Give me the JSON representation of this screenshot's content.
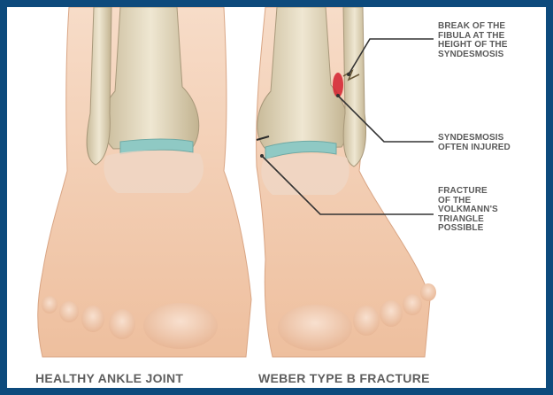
{
  "labels": {
    "break": [
      "BREAK OF THE",
      "FIBULA AT THE",
      "HEIGHT OF THE",
      "SYNDESMOSIS"
    ],
    "syndesmosis": [
      "SYNDESMOSIS",
      "OFTEN INJURED"
    ],
    "volkmann": [
      "FRACTURE",
      "OF THE",
      "VOLKMANN'S",
      "TRIANGLE",
      "POSSIBLE"
    ]
  },
  "captions": {
    "healthy": "HEALTHY ANKLE JOINT",
    "weber": "WEBER TYPE B FRACTURE"
  },
  "colors": {
    "frame": "#0d4a7c",
    "skin": "#f2c9ad",
    "bone": "#e6dcc2",
    "cartilage": "#8fc9c4",
    "injury": "#d2202e",
    "leader": "#333333"
  }
}
